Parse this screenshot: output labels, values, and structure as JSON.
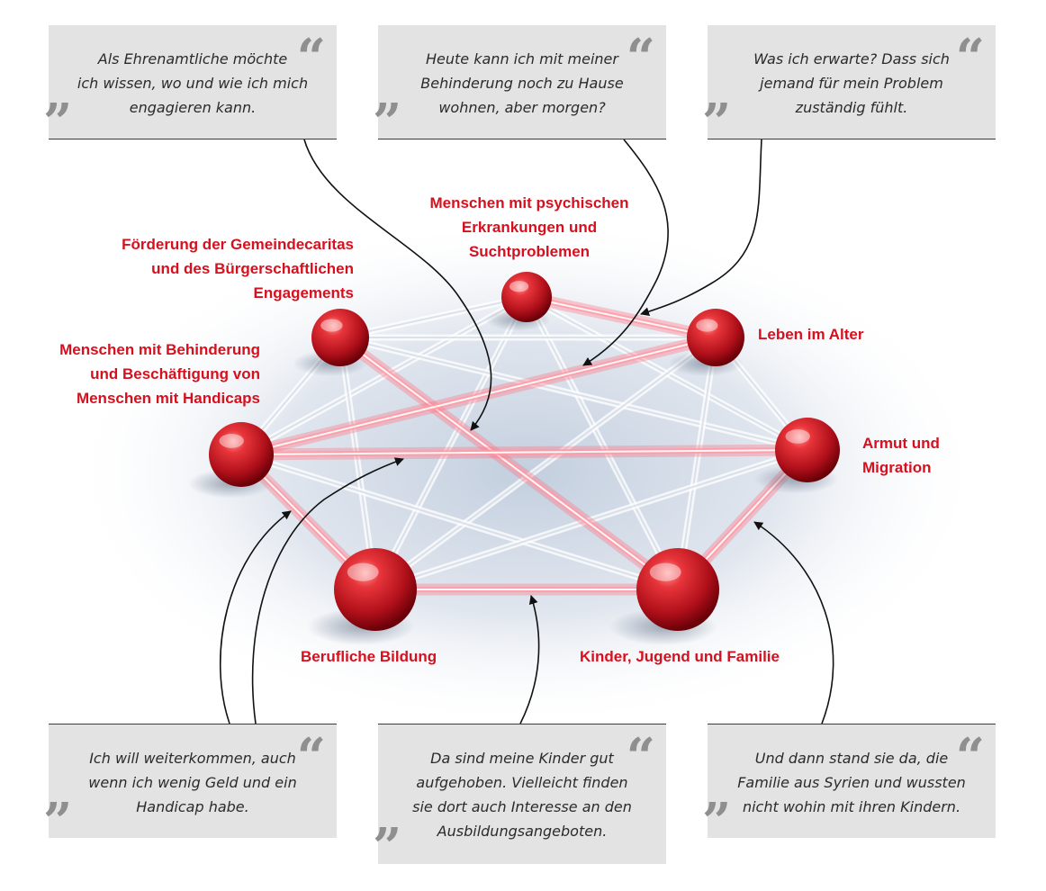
{
  "quotes": {
    "top_left": {
      "lines": [
        "Als Ehrenamtliche möchte",
        "ich wissen, wo und wie ich mich",
        "engagieren kann."
      ],
      "open_mark": "“",
      "close_mark": "”"
    },
    "top_middle": {
      "lines": [
        "Heute kann ich mit meiner",
        "Behinderung noch zu Hause",
        "wohnen, aber morgen?"
      ],
      "open_mark": "“",
      "close_mark": "”"
    },
    "top_right": {
      "lines": [
        "Was ich erwarte? Dass sich",
        "jemand für mein Problem",
        "zuständig fühlt."
      ],
      "open_mark": "“",
      "close_mark": "”"
    },
    "bottom_left": {
      "lines": [
        "Ich will weiterkommen, auch",
        "wenn ich wenig Geld und ein",
        "Handicap habe."
      ],
      "open_mark": "“",
      "close_mark": "”"
    },
    "bottom_middle": {
      "lines": [
        "Da sind meine Kinder gut",
        "aufgehoben. Vielleicht finden",
        "sie dort auch Interesse an den",
        "Ausbildungsangeboten."
      ],
      "open_mark": "“",
      "close_mark": "”"
    },
    "bottom_right": {
      "lines": [
        "Und dann stand sie da, die",
        "Familie aus Syrien und wussten",
        "nicht wohin mit ihren Kindern."
      ],
      "open_mark": "“",
      "close_mark": "”"
    }
  },
  "categories": {
    "psychische": {
      "lines": [
        "Menschen mit psychischen",
        "Erkrankungen und",
        "Suchtproblemen"
      ]
    },
    "gemeindecaritas": {
      "lines": [
        "Förderung der Gemeindecaritas",
        "und des Bürgerschaftlichen",
        "Engagements"
      ]
    },
    "alter": {
      "lines": [
        "Leben im Alter"
      ]
    },
    "behinderung": {
      "lines": [
        "Menschen mit Behinderung",
        "und Beschäftigung von",
        "Menschen mit Handicaps"
      ]
    },
    "armut": {
      "lines": [
        "Armut und",
        "Migration"
      ]
    },
    "bildung": {
      "lines": [
        "Berufliche Bildung"
      ]
    },
    "familie": {
      "lines": [
        "Kinder, Jugend und Familie"
      ]
    }
  },
  "colors": {
    "accent_red": "#d6101e",
    "quote_background": "#e3e3e3",
    "quote_mark": "#8f8f8f",
    "quote_text": "#2b2b2b"
  }
}
